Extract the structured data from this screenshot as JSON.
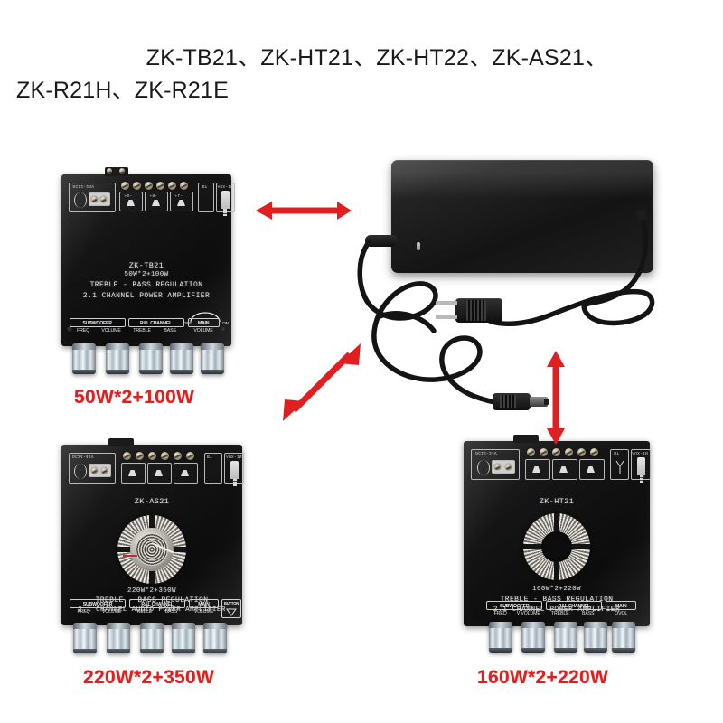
{
  "heading": {
    "line1": "ZK-TB21、ZK-HT21、ZK-HT22、ZK-AS21、",
    "line2": "ZK-R21H、ZK-R21E"
  },
  "colors": {
    "accent_red": "#e02020",
    "board_black": "#141414",
    "silkscreen_white": "#e2e2e2",
    "page_background": "#ffffff"
  },
  "boards": [
    {
      "id": "zk-tb21",
      "model": "ZK-TB21",
      "power_line": "50W*2+100W",
      "desc_line1": "TREBLE - BASS REGULATION",
      "desc_line2": "2.1 CHANNEL POWER AMPLIFIER",
      "caption": "50W*2+100W",
      "top_ports": [
        "DC12-24V",
        "BT",
        "AUX-IN"
      ],
      "speaker_terminals": [
        "+S-",
        "+R-",
        "+L-"
      ],
      "control_groups": [
        {
          "title": "SUBWOOFER",
          "knobs": [
            "FREQ",
            "VOLUME"
          ]
        },
        {
          "title": "R&L CHANNEL",
          "knobs": [
            "TREBLE",
            "BASS"
          ]
        },
        {
          "title": "MAIN",
          "knobs": [
            "VOLUME"
          ]
        }
      ],
      "switch_labels": [
        "OFF",
        "ON"
      ],
      "heatsink": "none"
    },
    {
      "id": "zk-as21",
      "model": "ZK-AS21",
      "power_line": "220W*2+350W",
      "desc_line1": "TREBLE - BASS REGULATION",
      "desc_line2": "2.1 CHANNEL AUDIO POWER AMPLIFIER",
      "caption": "220W*2+350W",
      "top_ports": [
        "DC24-48V",
        "BT",
        "AUX-IN"
      ],
      "speaker_terminals": [
        "+S-",
        "+R-",
        "+L-"
      ],
      "control_groups": [
        {
          "title": "SUBWOOFER",
          "knobs": [
            "FREQ",
            "VOLUME"
          ]
        },
        {
          "title": "R&L CHANNEL",
          "knobs": [
            "TREBLE",
            "BASS"
          ]
        },
        {
          "title": "MAIN",
          "knobs": [
            "VOLUME"
          ]
        },
        {
          "title": "BUTTON",
          "knobs": [
            ""
          ]
        }
      ],
      "switch_labels": [],
      "heatsink": "radial-spiral"
    },
    {
      "id": "zk-ht21",
      "model": "ZK-HT21",
      "power_line": "160W*2+220W",
      "desc_line1": "TREBLE - BASS REGULATION",
      "desc_line2": "2.1 CHANNEL POWER AMPLIFIER",
      "caption": "160W*2+220W",
      "top_ports": [
        "DC12-24V",
        "BT",
        "AUX-IN"
      ],
      "speaker_terminals": [
        "+S-",
        "+R-",
        "+L-"
      ],
      "control_groups": [
        {
          "title": "SUBWOOFER",
          "knobs": [
            "FREQ",
            "V VOLUME"
          ]
        },
        {
          "title": "R&L CHANNEL",
          "knobs": [
            "TREBLE",
            "BASS"
          ]
        },
        {
          "title": "MAIN",
          "knobs": [
            "OVOL"
          ]
        }
      ],
      "switch_labels": [],
      "heatsink": "ring"
    }
  ],
  "adapter": {
    "name": "power-adapter",
    "has_ac_plug": true,
    "has_dc_barrel_plug": true
  },
  "arrows": [
    {
      "id": "arrow-tb21-to-adapter",
      "direction": "horizontal-double"
    },
    {
      "id": "arrow-as21-to-adapter",
      "direction": "diagonal-double"
    },
    {
      "id": "arrow-ht21-to-adapter",
      "direction": "vertical-double"
    }
  ]
}
